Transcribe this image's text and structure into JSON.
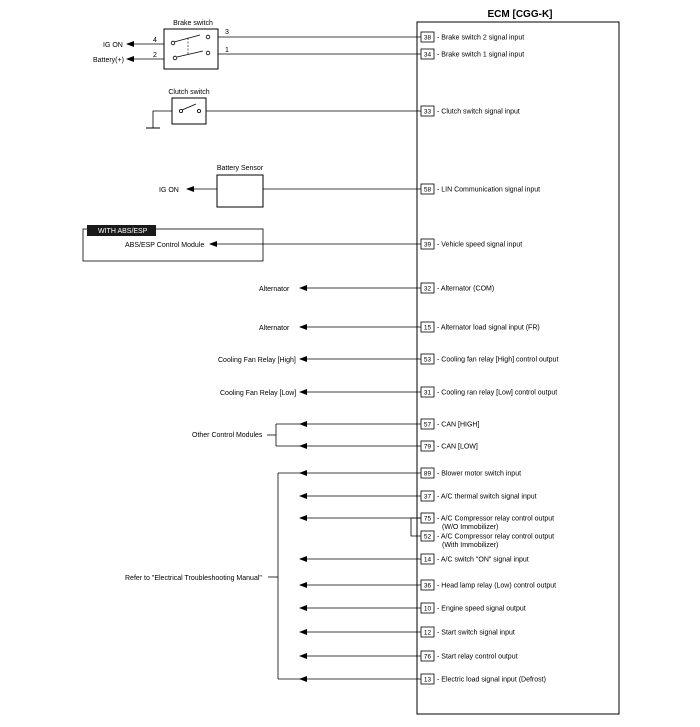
{
  "ecm": {
    "title": "ECM [CGG-K]",
    "pins": [
      {
        "pin": "38",
        "label": "Brake switch 2 signal input"
      },
      {
        "pin": "34",
        "label": "Brake switch 1 signal input"
      },
      {
        "pin": "33",
        "label": "Clutch switch signal input"
      },
      {
        "pin": "58",
        "label": "LIN Communication signal input"
      },
      {
        "pin": "39",
        "label": "Vehicle speed signal input"
      },
      {
        "pin": "32",
        "label": "Alternator (COM)"
      },
      {
        "pin": "15",
        "label": "Alternator load signal input (FR)"
      },
      {
        "pin": "53",
        "label": "Cooling fan relay [High] control output"
      },
      {
        "pin": "31",
        "label": "Cooling ran relay [Low] control output"
      },
      {
        "pin": "57",
        "label": "CAN [HIGH]"
      },
      {
        "pin": "79",
        "label": "CAN [LOW]"
      },
      {
        "pin": "89",
        "label": "Blower motor switch input"
      },
      {
        "pin": "37",
        "label": "A/C thermal switch signal input"
      },
      {
        "pin": "75",
        "label": "A/C Compressor relay control output",
        "sublabel": "(W/O Immobilizer)"
      },
      {
        "pin": "52",
        "label": "A/C Compressor relay control output",
        "sublabel": "(With Immobilizer)"
      },
      {
        "pin": "14",
        "label": "A/C switch \"ON\" signal input"
      },
      {
        "pin": "36",
        "label": "Head lamp relay (Low) control output"
      },
      {
        "pin": "10",
        "label": "Engine speed signal output"
      },
      {
        "pin": "12",
        "label": "Start switch signal input"
      },
      {
        "pin": "76",
        "label": "Start relay control output"
      },
      {
        "pin": "13",
        "label": "Electric load signal input (Defrost)"
      }
    ]
  },
  "brake_switch": {
    "title": "Brake switch",
    "left_terminals": [
      {
        "num": "4",
        "label": "IG ON"
      },
      {
        "num": "2",
        "label": "Battery(+)"
      }
    ],
    "right_terminals": [
      "3",
      "1"
    ]
  },
  "clutch_switch": {
    "title": "Clutch switch"
  },
  "battery_sensor": {
    "title": "Battery Sensor",
    "feed_label": "IG ON"
  },
  "abs": {
    "option_label": "WITH ABS/ESP",
    "module_label": "ABS/ESP Control Module"
  },
  "left_labels": {
    "alternator_com": "Alternator",
    "alternator_load": "Alternator",
    "fan_high": "Cooling Fan Relay [High]",
    "fan_low": "Cooling Fan Relay [Low]",
    "other_modules": "Other Control Modules",
    "refer": "Refer to \"Electrical Troubleshooting Manual\""
  }
}
